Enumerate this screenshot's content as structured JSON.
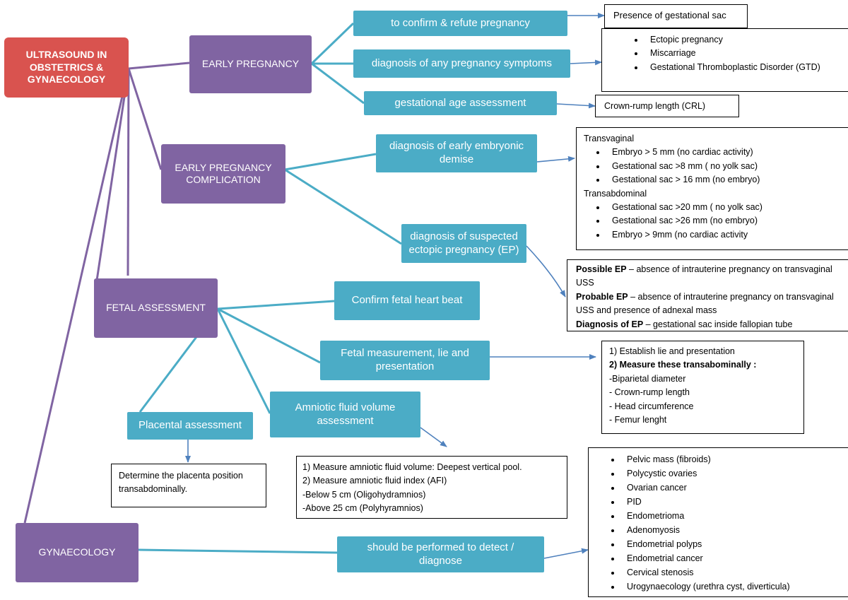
{
  "root": {
    "label": "ULTRASOUND IN OBSTETRICS & GYNAECOLOGY"
  },
  "categories": {
    "early_pregnancy": "EARLY PREGNANCY",
    "early_complication": "EARLY PREGNANCY COMPLICATION",
    "fetal_assessment": "FETAL ASSESSMENT",
    "gynaecology": "GYNAECOLOGY"
  },
  "subtopics": {
    "confirm_pregnancy": "to confirm & refute pregnancy",
    "diagnosis_symptoms": "diagnosis of any pregnancy symptoms",
    "gestational_age": "gestational age assessment",
    "embryonic_demise": "diagnosis of early embryonic demise",
    "suspected_ep": "diagnosis of suspected ectopic pregnancy (EP)",
    "fetal_heart": "Confirm fetal heart beat",
    "fetal_measurement": "Fetal measurement, lie and presentation",
    "amniotic_fluid": "Amniotic fluid volume assessment",
    "placental": "Placental assessment",
    "gyn_detect": "should be performed to detect / diagnose"
  },
  "details": {
    "gestational_sac": "Presence of gestational sac",
    "symptoms_list": [
      "Ectopic pregnancy",
      "Miscarriage",
      "Gestational Thromboplastic Disorder (GTD)"
    ],
    "crl": "Crown-rump length (CRL)",
    "demise": {
      "transvaginal_heading": "Transvaginal",
      "transvaginal": [
        "Embryo > 5 mm (no cardiac activity)",
        "Gestational sac >8 mm ( no yolk sac)",
        "Gestational sac > 16 mm (no embryo)"
      ],
      "transabdominal_heading": "Transabdominal",
      "transabdominal": [
        "Gestational sac >20 mm ( no yolk sac)",
        "Gestational sac >26 mm (no embryo)",
        "Embryo > 9mm (no cardiac activity"
      ]
    },
    "ep": {
      "possible_term": "Possible EP",
      "possible_text": " – absence of intrauterine pregnancy on transvaginal USS",
      "probable_term": "Probable EP",
      "probable_text": " – absence of intrauterine pregnancy on transvaginal USS and presence of adnexal mass",
      "diagnosis_term": "Diagnosis of EP",
      "diagnosis_text": " – gestational sac inside fallopian tube"
    },
    "fetal_measure": {
      "step1": "1) Establish lie and presentation",
      "step2": "2) Measure these transabominally :",
      "items": [
        "-Biparietal diameter",
        "- Crown-rump length",
        "- Head circumference",
        "- Femur lenght"
      ]
    },
    "afi": {
      "step1": "1) Measure amniotic fluid volume: Deepest vertical pool.",
      "step2": "2) Measure amniotic fluid index (AFI)",
      "items": [
        "-Below 5 cm (Oligohydramnios)",
        "-Above 25 cm (Polyhyramnios)"
      ]
    },
    "placenta": "Determine the placenta position transabdominally.",
    "gyn_list": [
      "Pelvic mass (fibroids)",
      "Polycystic ovaries",
      "Ovarian cancer",
      "PID",
      "Endometrioma",
      "Adenomyosis",
      "Endometrial polyps",
      "Endometrial cancer",
      "Cervical stenosis",
      "Urogynaecology (urethra cyst, diverticula)"
    ]
  },
  "colors": {
    "root": "#d9534f",
    "category": "#8064a2",
    "subtopic": "#4bacc6",
    "arrow": "#4f81bd"
  }
}
